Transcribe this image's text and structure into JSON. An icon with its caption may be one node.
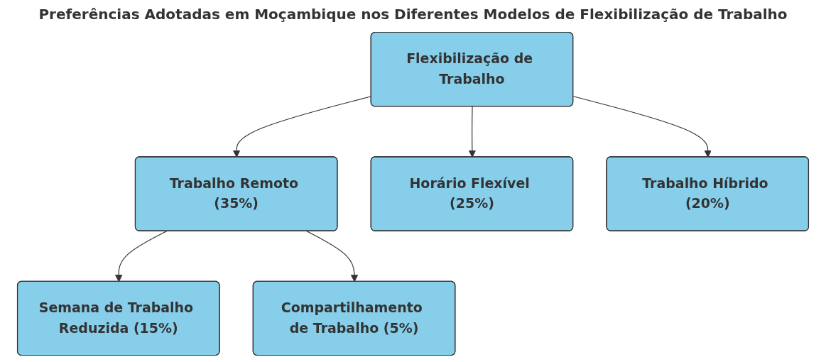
{
  "diagram": {
    "title": "Preferências Adotadas em Moçambique nos Diferentes Modelos de Flexibilização de Trabalho",
    "nodes": [
      {
        "text": [
          "Flexibilização de Trabalho"
        ]
      },
      {
        "text": [
          "Trabalho Remoto (35%)"
        ]
      },
      {
        "text": [
          "Horário Flexível (25%)"
        ]
      },
      {
        "text": [
          "Trabalho Híbrido (20%)"
        ]
      },
      {
        "text": [
          "Semana de Trabalho Reduzida (15%)"
        ]
      },
      {
        "text": [
          "Compartilhamento de Trabalho (5%)"
        ]
      }
    ],
    "edges": [
      {
        "from": 0,
        "to": 1,
        "arrow": "to"
      },
      {
        "from": 0,
        "to": 2,
        "arrow": "to"
      },
      {
        "from": 0,
        "to": 3,
        "arrow": "to"
      },
      {
        "from": 1,
        "to": 4,
        "arrow": "to"
      },
      {
        "from": 1,
        "to": 5,
        "arrow": "to"
      }
    ]
  }
}
